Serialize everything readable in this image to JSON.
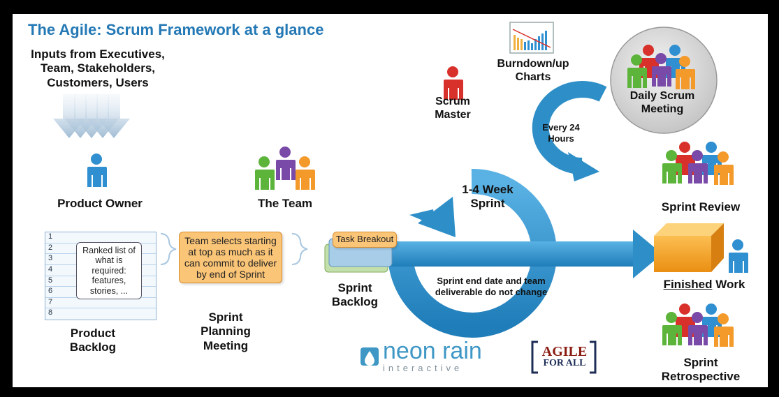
{
  "title": "The Agile: Scrum Framework at a glance",
  "inputs": "Inputs from Executives, Team, Stakeholders, Customers, Users",
  "product_owner": "Product Owner",
  "the_team": "The Team",
  "scrum_master": "Scrum Master",
  "burndown": "Burndown/up Charts",
  "daily_scrum": "Daily Scrum Meeting",
  "every_24": "Every 24 Hours",
  "sprint_cycle": "1-4 Week Sprint",
  "product_backlog": {
    "rows": [
      "1",
      "2",
      "3",
      "4",
      "5",
      "6",
      "7",
      "8"
    ],
    "ranked_text": "Ranked list of what is required: features, stories, ...",
    "label": "Product Backlog"
  },
  "planning": {
    "box_text": "Team selects starting at top as much as it can commit to deliver by end of Sprint",
    "label": "Sprint Planning Meeting"
  },
  "task_breakout": "Task Breakout",
  "sprint_backlog": "Sprint Backlog",
  "sprint_end_note": "Sprint end date and team deliverable do not change",
  "sprint_review": "Sprint Review",
  "finished_word": "Finished",
  "finished_rest": " Work",
  "sprint_retro": "Sprint Retrospective",
  "logos": {
    "neon_main": "neon rain",
    "neon_sub": "interactive",
    "agile_line1": "AGILE",
    "agile_line2": "FOR ALL"
  },
  "colors": {
    "title_blue": "#2479b5",
    "arrow_blue": "#2e8fc8",
    "note_orange": "#fbc577",
    "person_blue": "#2f8fd0",
    "person_red": "#d8302a",
    "person_green": "#5cb43a",
    "person_purple": "#7a4aa8",
    "person_orange": "#f39a2a"
  }
}
